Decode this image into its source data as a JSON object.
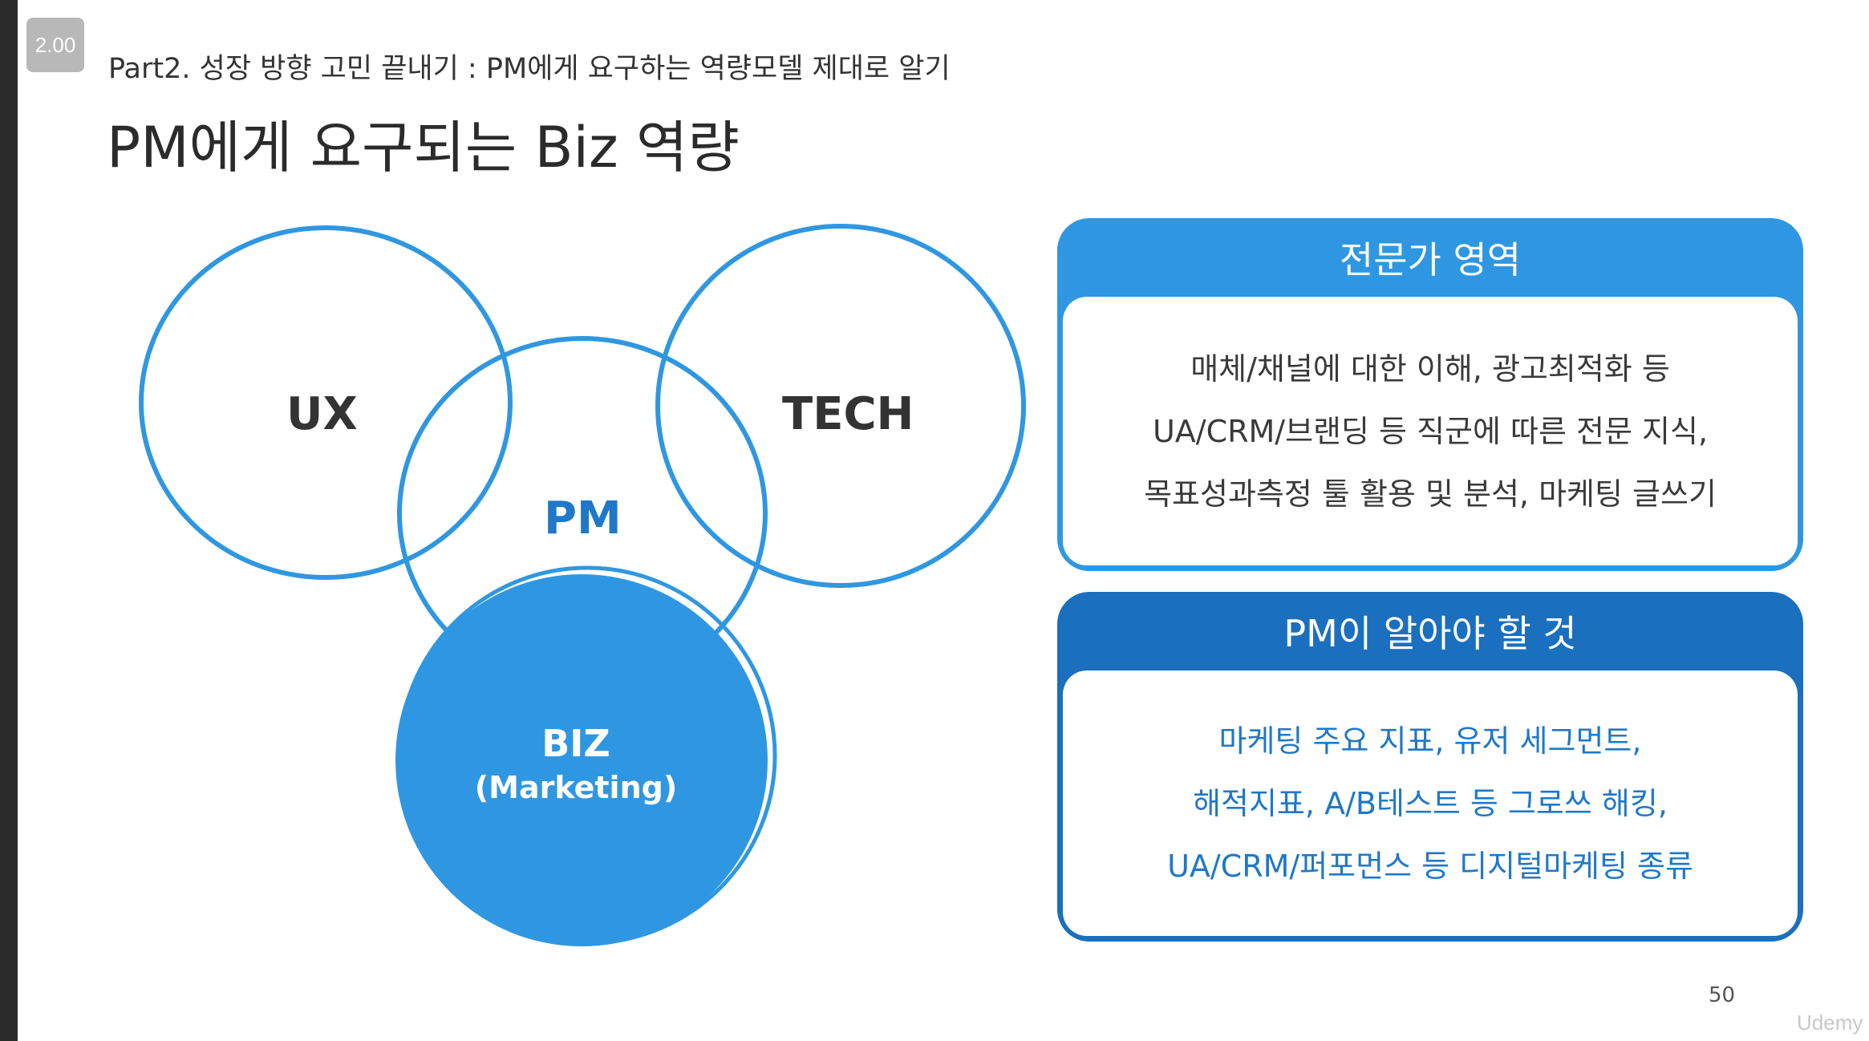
{
  "player": {
    "speed": "2.00"
  },
  "slide": {
    "breadcrumb": "Part2. 성장 방향 고민 끝내기 : PM에게 요구하는 역량모델 제대로 알기",
    "title": "PM에게 요구되는 Biz 역량",
    "page_number": "50",
    "watermark": "Udemy"
  },
  "venn": {
    "ux": "UX",
    "tech": "TECH",
    "pm": "PM",
    "biz": "BIZ",
    "biz_sub": "(Marketing)"
  },
  "cards": {
    "expert": {
      "title": "전문가 영역",
      "lines": [
        "매체/채널에 대한 이해, 광고최적화 등",
        "UA/CRM/브랜딩 등 직군에 따른 전문 지식,",
        "목표성과측정 툴 활용 및 분석, 마케팅 글쓰기"
      ]
    },
    "pm": {
      "title": "PM이 알아야 할 것",
      "lines": [
        "마케팅 주요 지표, 유저 세그먼트,",
        "해적지표, A/B테스트 등 그로쓰 해킹,",
        "UA/CRM/퍼포먼스 등 디지털마케팅 종류"
      ]
    }
  },
  "colors": {
    "accent_light": "#2f97e2",
    "accent_dark": "#1b6fbf",
    "pm_text": "#1f78c8"
  }
}
